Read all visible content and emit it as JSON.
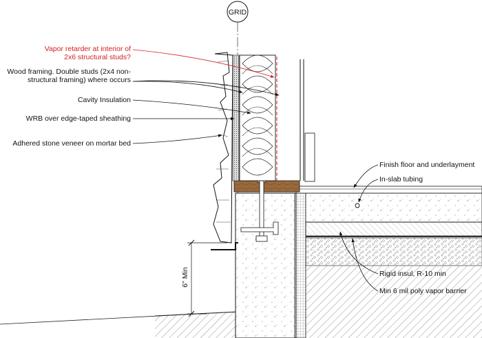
{
  "grid_label": "GRID",
  "dimension": {
    "label": "6\" Min"
  },
  "callouts_left": [
    {
      "id": "vapor",
      "lines": [
        "Vapor retarder at interior of",
        "2x6 structural studs?"
      ],
      "color": "#d42020"
    },
    {
      "id": "framing",
      "lines": [
        "Wood framing. Double studs (2x4 non-",
        "structural framing) where occurs"
      ],
      "color": "#111111"
    },
    {
      "id": "insulation",
      "lines": [
        "Cavity Insulation"
      ],
      "color": "#111111"
    },
    {
      "id": "wrb",
      "lines": [
        "WRB over edge-taped sheathing"
      ],
      "color": "#111111"
    },
    {
      "id": "stone",
      "lines": [
        "Adhered stone veneer on mortar bed"
      ],
      "color": "#111111"
    }
  ],
  "callouts_right": [
    {
      "id": "floor",
      "text": "Finish floor and underlayment"
    },
    {
      "id": "tubing",
      "text": "In-slab tubing"
    },
    {
      "id": "rigid",
      "text": "Rigid insul, R-10 min"
    },
    {
      "id": "poly",
      "text": "Min 6 mil poly vapor barrier"
    }
  ],
  "colors": {
    "accent_red": "#d42020",
    "plate_wood": "#9a6a3c",
    "line": "#111111"
  }
}
